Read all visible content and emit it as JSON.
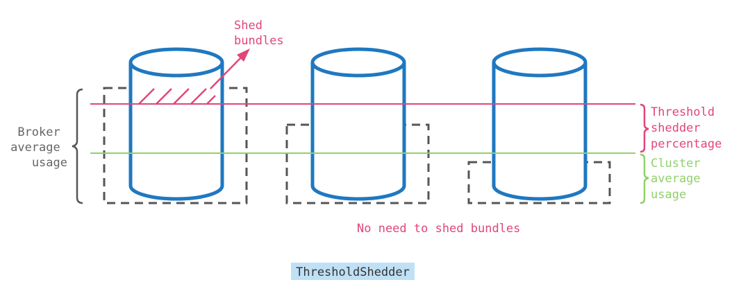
{
  "diagram": {
    "shed_label": [
      "Shed",
      "bundles"
    ],
    "broker_label": [
      "Broker",
      "average",
      "usage"
    ],
    "threshold_label": [
      "Threshold",
      "shedder",
      "percentage"
    ],
    "cluster_label": [
      "Cluster",
      "average",
      "usage"
    ],
    "no_need_label": "No need to shed bundles",
    "caption": "ThresholdShedder",
    "colors": {
      "cylinder": "#1f78c1",
      "threshold": "#e0457b",
      "cluster": "#8fd16a",
      "dashed": "#555555",
      "bracket": "#555555",
      "text_gray": "#666666"
    }
  }
}
